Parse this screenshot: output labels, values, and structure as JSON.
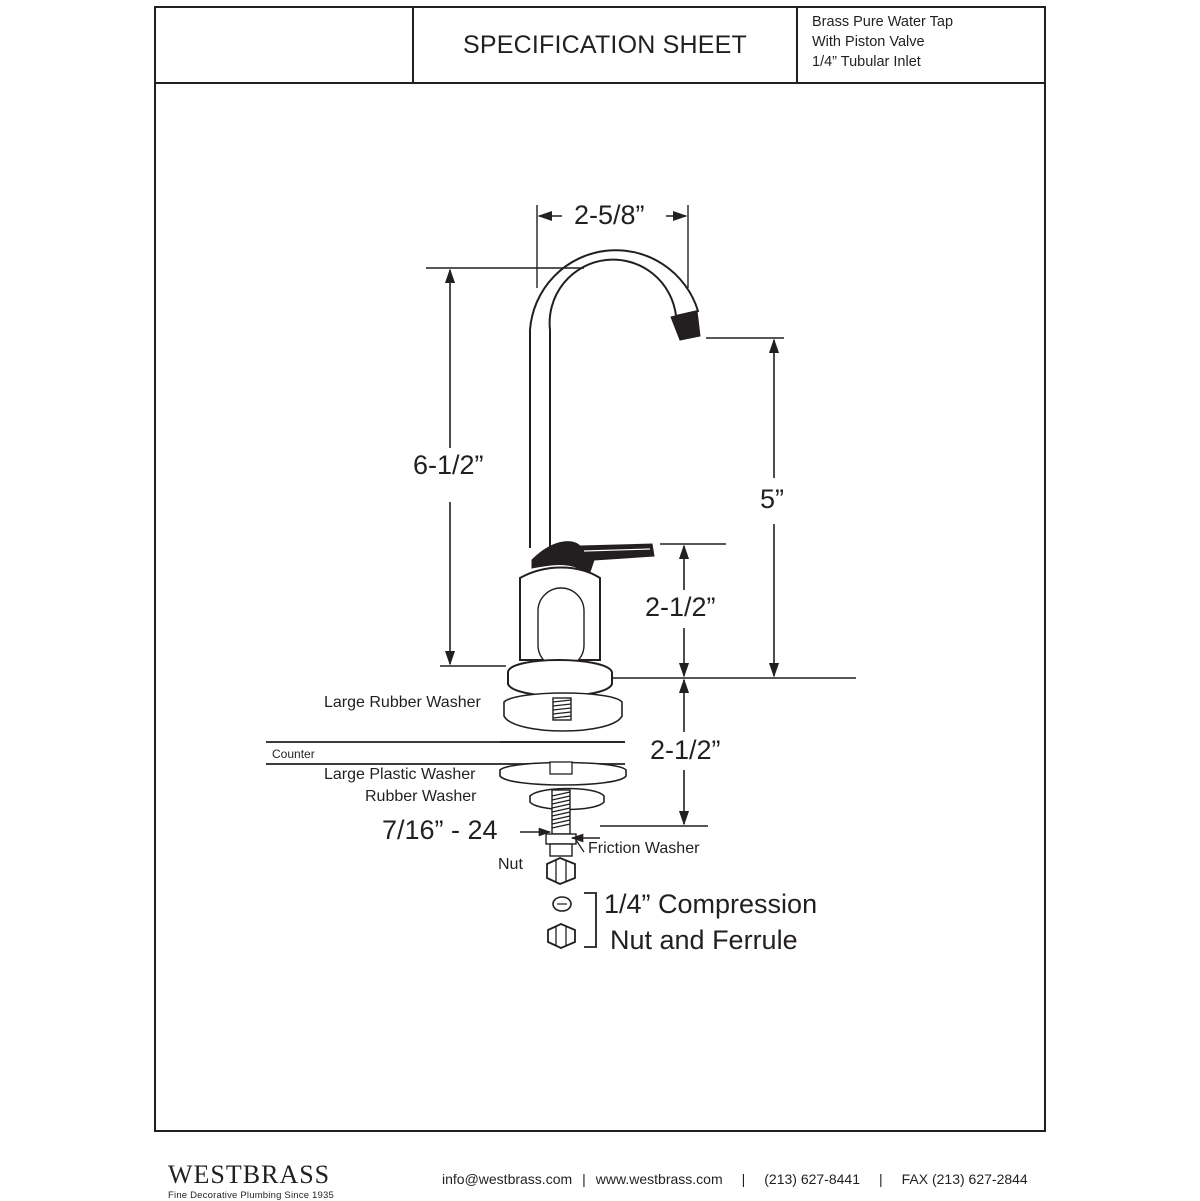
{
  "header": {
    "title": "SPECIFICATION SHEET",
    "product_lines": [
      "Brass Pure Water Tap",
      "With Piston Valve",
      "1/4” Tubular Inlet"
    ]
  },
  "dimensions": {
    "spout_reach": "2-5/8”",
    "overall_height": "6-1/2”",
    "spout_height": "5”",
    "body_height": "2-1/2”",
    "shank_length": "2-1/2”",
    "thread": "7/16” - 24"
  },
  "parts": {
    "large_rubber_washer": "Large Rubber Washer",
    "counter": "Counter",
    "large_plastic_washer": "Large Plastic Washer",
    "rubber_washer": "Rubber Washer",
    "friction_washer": "Friction Washer",
    "nut": "Nut",
    "compression_line1": "1/4” Compression",
    "compression_line2": "Nut and Ferrule"
  },
  "footer": {
    "brand": "WESTBRASS",
    "tagline": "Fine Decorative Plumbing Since 1935",
    "email": "info@westbrass.com",
    "website": "www.westbrass.com",
    "phone": "(213) 627-8441",
    "fax": "FAX (213) 627-2844",
    "separator": "|"
  },
  "colors": {
    "ink": "#231f20",
    "background": "#ffffff"
  }
}
